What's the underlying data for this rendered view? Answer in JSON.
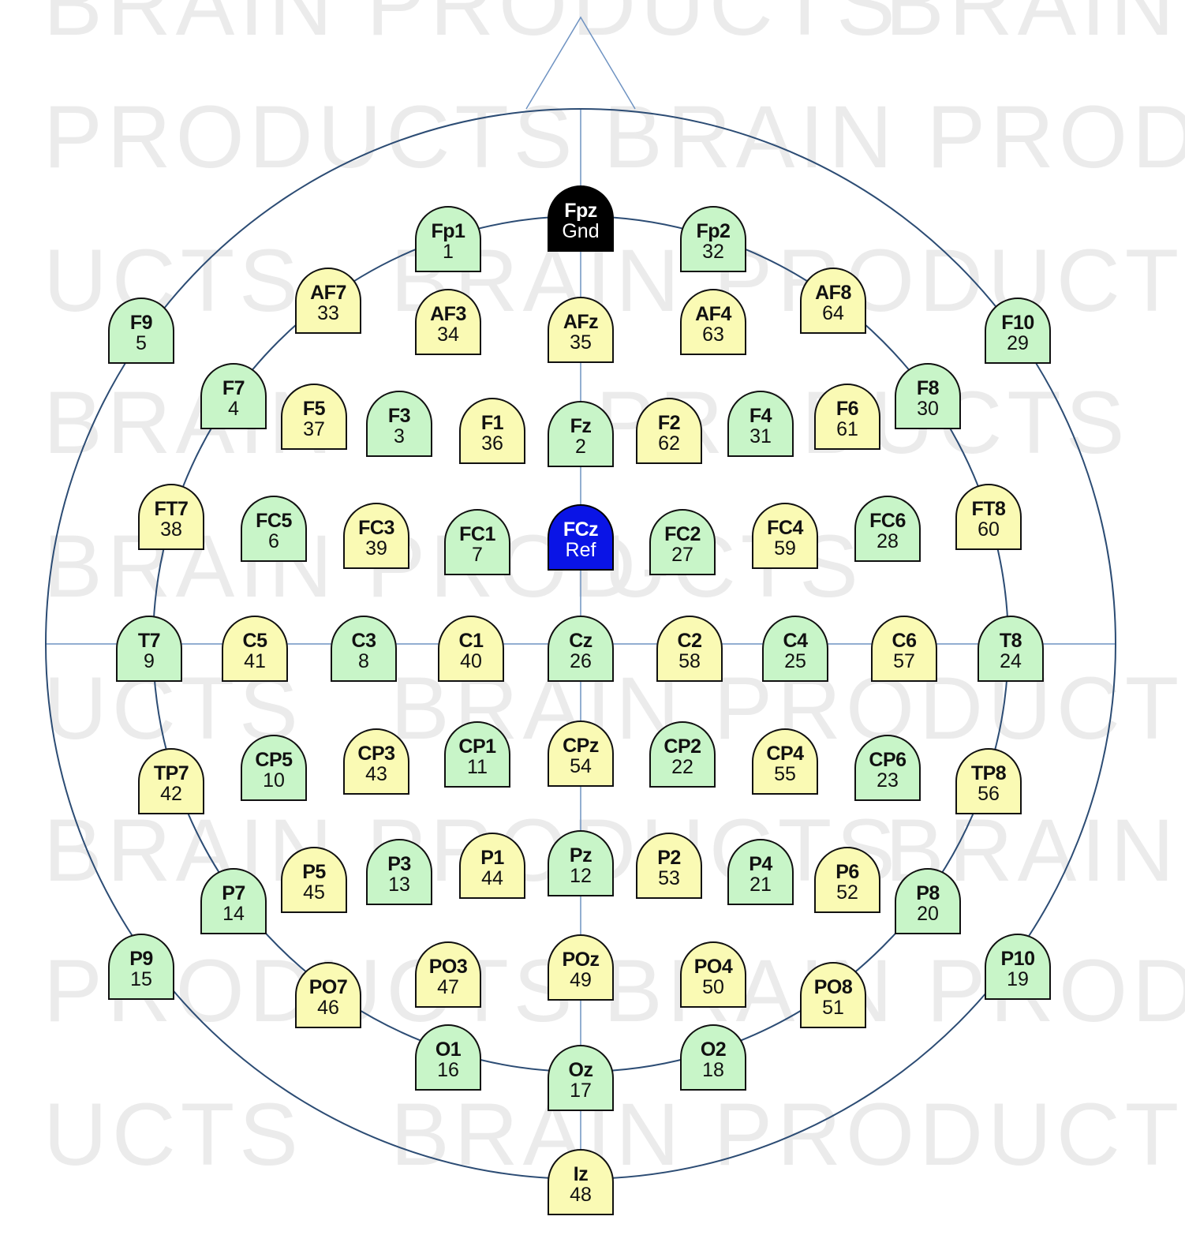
{
  "watermark": {
    "lines": [
      "BRAIN PRODUCTS",
      "BRAIN",
      "PRODUCTS",
      "BRAIN PROD-",
      "UCTS",
      "BRAIN PRODUCTS",
      "BRAIN",
      "PRODUCTS",
      "BRAIN PROD-",
      "UCTS",
      "BRAIN PRODUCTS",
      "BRAIN",
      "PRODUCTS",
      "BRAIN PROD-",
      "UCTS",
      "BRAIN PRODUCTS"
    ]
  },
  "colors": {
    "green": "#c8f5c8",
    "yellow": "#fafab4",
    "ground": "#000000",
    "reference": "#0a14e6",
    "head_outline": "#2c4c74",
    "midline": "#6f93c2"
  },
  "electrodes": [
    {
      "name": "Fpz",
      "label": "Gnd",
      "color": "black"
    },
    {
      "name": "Fp1",
      "label": "1",
      "color": "green"
    },
    {
      "name": "Fp2",
      "label": "32",
      "color": "green"
    },
    {
      "name": "AF7",
      "label": "33",
      "color": "yellow"
    },
    {
      "name": "AF3",
      "label": "34",
      "color": "yellow"
    },
    {
      "name": "AFz",
      "label": "35",
      "color": "yellow"
    },
    {
      "name": "AF4",
      "label": "63",
      "color": "yellow"
    },
    {
      "name": "AF8",
      "label": "64",
      "color": "yellow"
    },
    {
      "name": "F9",
      "label": "5",
      "color": "green"
    },
    {
      "name": "F10",
      "label": "29",
      "color": "green"
    },
    {
      "name": "F7",
      "label": "4",
      "color": "green"
    },
    {
      "name": "F5",
      "label": "37",
      "color": "yellow"
    },
    {
      "name": "F3",
      "label": "3",
      "color": "green"
    },
    {
      "name": "F1",
      "label": "36",
      "color": "yellow"
    },
    {
      "name": "Fz",
      "label": "2",
      "color": "green"
    },
    {
      "name": "F2",
      "label": "62",
      "color": "yellow"
    },
    {
      "name": "F4",
      "label": "31",
      "color": "green"
    },
    {
      "name": "F6",
      "label": "61",
      "color": "yellow"
    },
    {
      "name": "F8",
      "label": "30",
      "color": "green"
    },
    {
      "name": "FT7",
      "label": "38",
      "color": "yellow"
    },
    {
      "name": "FC5",
      "label": "6",
      "color": "green"
    },
    {
      "name": "FC3",
      "label": "39",
      "color": "yellow"
    },
    {
      "name": "FC1",
      "label": "7",
      "color": "green"
    },
    {
      "name": "FCz",
      "label": "Ref",
      "color": "blue"
    },
    {
      "name": "FC2",
      "label": "27",
      "color": "green"
    },
    {
      "name": "FC4",
      "label": "59",
      "color": "yellow"
    },
    {
      "name": "FC6",
      "label": "28",
      "color": "green"
    },
    {
      "name": "FT8",
      "label": "60",
      "color": "yellow"
    },
    {
      "name": "T7",
      "label": "9",
      "color": "green"
    },
    {
      "name": "C5",
      "label": "41",
      "color": "yellow"
    },
    {
      "name": "C3",
      "label": "8",
      "color": "green"
    },
    {
      "name": "C1",
      "label": "40",
      "color": "yellow"
    },
    {
      "name": "Cz",
      "label": "26",
      "color": "green"
    },
    {
      "name": "C2",
      "label": "58",
      "color": "yellow"
    },
    {
      "name": "C4",
      "label": "25",
      "color": "green"
    },
    {
      "name": "C6",
      "label": "57",
      "color": "yellow"
    },
    {
      "name": "T8",
      "label": "24",
      "color": "green"
    },
    {
      "name": "TP7",
      "label": "42",
      "color": "yellow"
    },
    {
      "name": "CP5",
      "label": "10",
      "color": "green"
    },
    {
      "name": "CP3",
      "label": "43",
      "color": "yellow"
    },
    {
      "name": "CP1",
      "label": "11",
      "color": "green"
    },
    {
      "name": "CPz",
      "label": "54",
      "color": "yellow"
    },
    {
      "name": "CP2",
      "label": "22",
      "color": "green"
    },
    {
      "name": "CP4",
      "label": "55",
      "color": "yellow"
    },
    {
      "name": "CP6",
      "label": "23",
      "color": "green"
    },
    {
      "name": "TP8",
      "label": "56",
      "color": "yellow"
    },
    {
      "name": "P7",
      "label": "14",
      "color": "green"
    },
    {
      "name": "P5",
      "label": "45",
      "color": "yellow"
    },
    {
      "name": "P3",
      "label": "13",
      "color": "green"
    },
    {
      "name": "P1",
      "label": "44",
      "color": "yellow"
    },
    {
      "name": "Pz",
      "label": "12",
      "color": "green"
    },
    {
      "name": "P2",
      "label": "53",
      "color": "yellow"
    },
    {
      "name": "P4",
      "label": "21",
      "color": "green"
    },
    {
      "name": "P6",
      "label": "52",
      "color": "yellow"
    },
    {
      "name": "P8",
      "label": "20",
      "color": "green"
    },
    {
      "name": "P9",
      "label": "15",
      "color": "green"
    },
    {
      "name": "P10",
      "label": "19",
      "color": "green"
    },
    {
      "name": "PO7",
      "label": "46",
      "color": "yellow"
    },
    {
      "name": "PO3",
      "label": "47",
      "color": "yellow"
    },
    {
      "name": "POz",
      "label": "49",
      "color": "yellow"
    },
    {
      "name": "PO4",
      "label": "50",
      "color": "yellow"
    },
    {
      "name": "PO8",
      "label": "51",
      "color": "yellow"
    },
    {
      "name": "O1",
      "label": "16",
      "color": "green"
    },
    {
      "name": "Oz",
      "label": "17",
      "color": "green"
    },
    {
      "name": "O2",
      "label": "18",
      "color": "green"
    },
    {
      "name": "Iz",
      "label": "48",
      "color": "yellow"
    }
  ]
}
